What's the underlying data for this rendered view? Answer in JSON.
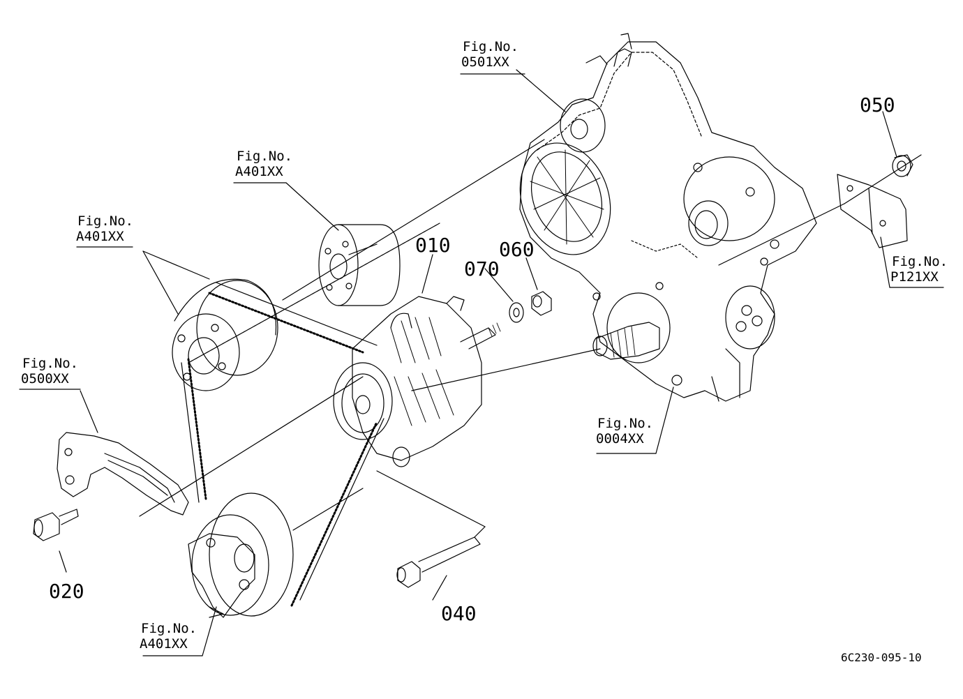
{
  "figure_refs": [
    {
      "id": "water-pump",
      "label": "Fig.No.",
      "number": "0501XX"
    },
    {
      "id": "fan-spacer",
      "label": "Fig.No.",
      "number": "A401XX"
    },
    {
      "id": "fan-pulley",
      "label": "Fig.No.",
      "number": "A401XX"
    },
    {
      "id": "bracket",
      "label": "Fig.No.",
      "number": "0500XX"
    },
    {
      "id": "crank-pulley",
      "label": "Fig.No.",
      "number": "A401XX"
    },
    {
      "id": "gear-case",
      "label": "Fig.No.",
      "number": "0004XX"
    },
    {
      "id": "plate",
      "label": "Fig.No.",
      "number": "P121XX"
    }
  ],
  "parts": [
    {
      "id": "alternator",
      "number": "010"
    },
    {
      "id": "bolt-020",
      "number": "020"
    },
    {
      "id": "bolt-040",
      "number": "040"
    },
    {
      "id": "nut-050",
      "number": "050"
    },
    {
      "id": "nut-060",
      "number": "060"
    },
    {
      "id": "washer-070",
      "number": "070"
    }
  ],
  "drawing_code": "6C230-095-10",
  "colors": {
    "ink": "#000000",
    "paper": "#ffffff"
  }
}
